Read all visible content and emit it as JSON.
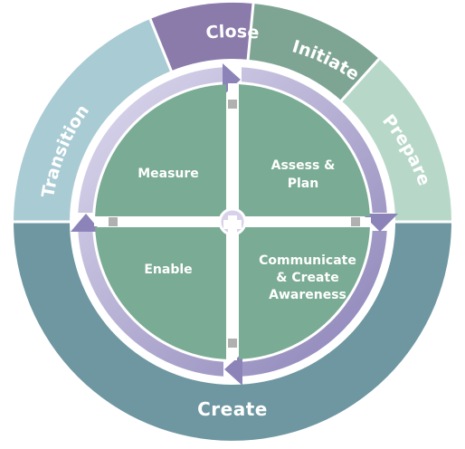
{
  "outer_ring": {
    "segments": [
      {
        "label": "Close",
        "color": "#8b7bab"
      },
      {
        "label": "Initiate",
        "color": "#7ea593"
      },
      {
        "label": "Prepare",
        "color": "#b7d8c8"
      },
      {
        "label": "Create",
        "color": "#6e97a1"
      },
      {
        "label": "Transition",
        "color": "#a9cbd3"
      }
    ]
  },
  "quadrants": {
    "measure": "Measure",
    "assess": [
      "Assess &",
      "Plan"
    ],
    "enable": "Enable",
    "communicate": [
      "Communicate",
      "& Create",
      "Awareness"
    ],
    "color": "#7aab94"
  },
  "arrows": {
    "color": "#9c94c4"
  }
}
